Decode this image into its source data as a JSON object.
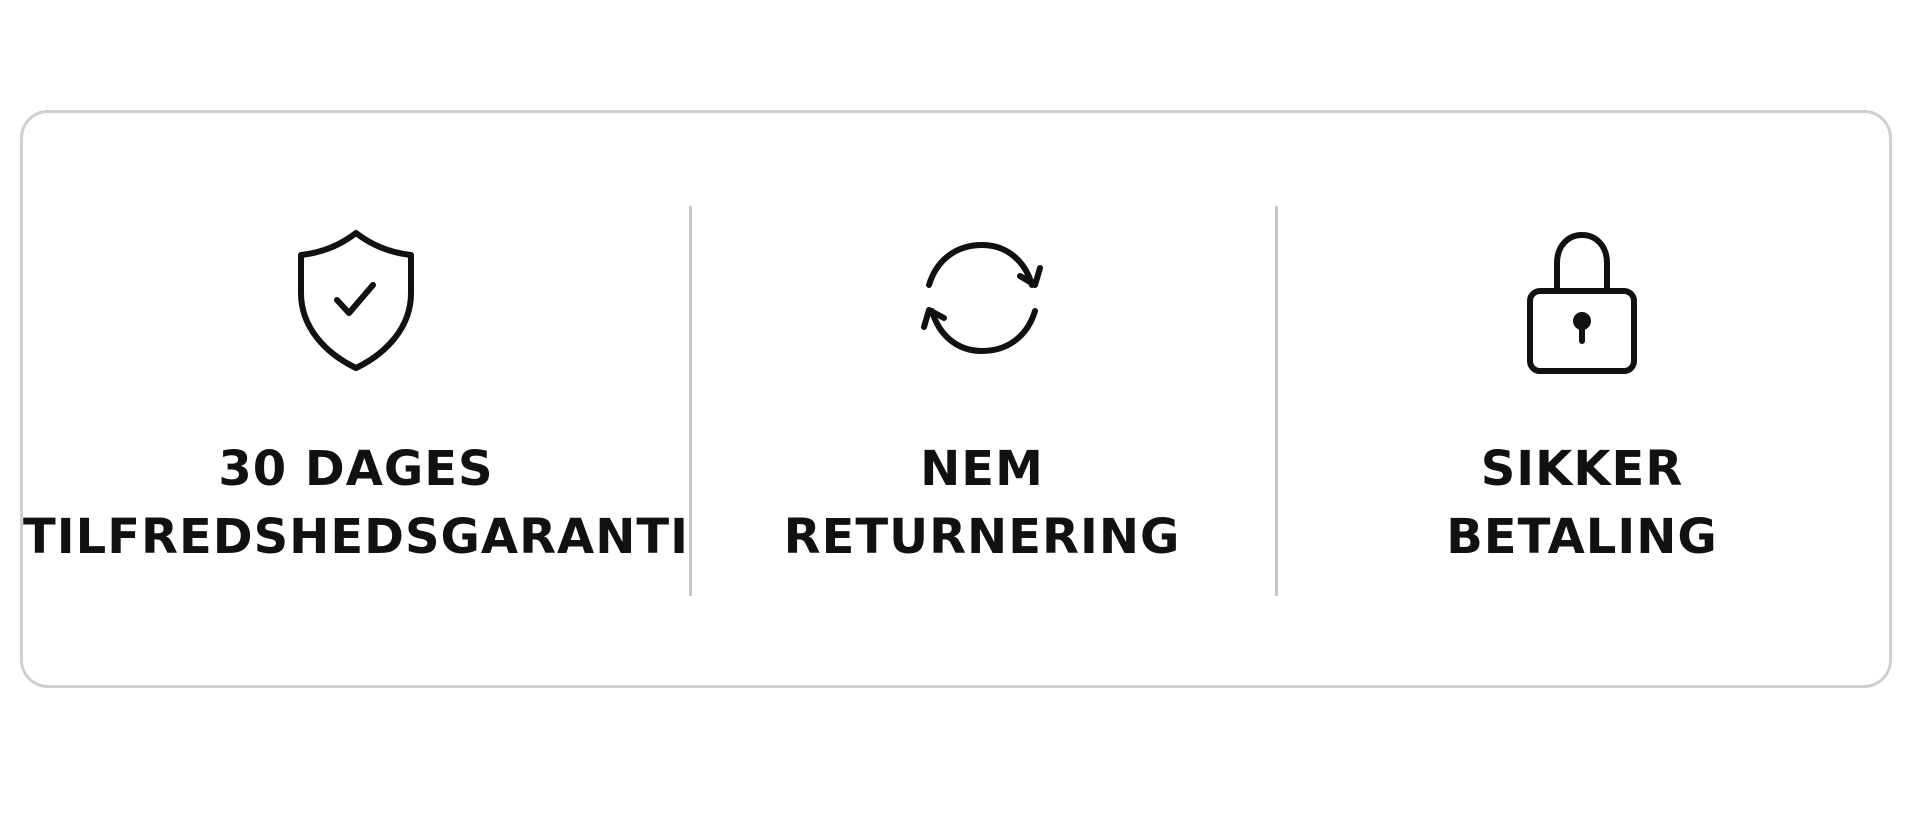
{
  "colors": {
    "border": "#cfcfcf",
    "divider": "#c8c8c8",
    "text": "#111111",
    "icon_stroke": "#111111"
  },
  "features": [
    {
      "icon": "shield-check-icon",
      "line1": "30 DAGES",
      "line2": "TILFREDSHEDSGARANTI"
    },
    {
      "icon": "refresh-icon",
      "line1": "NEM",
      "line2": "RETURNERING"
    },
    {
      "icon": "lock-icon",
      "line1": "SIKKER",
      "line2": "BETALING"
    }
  ]
}
